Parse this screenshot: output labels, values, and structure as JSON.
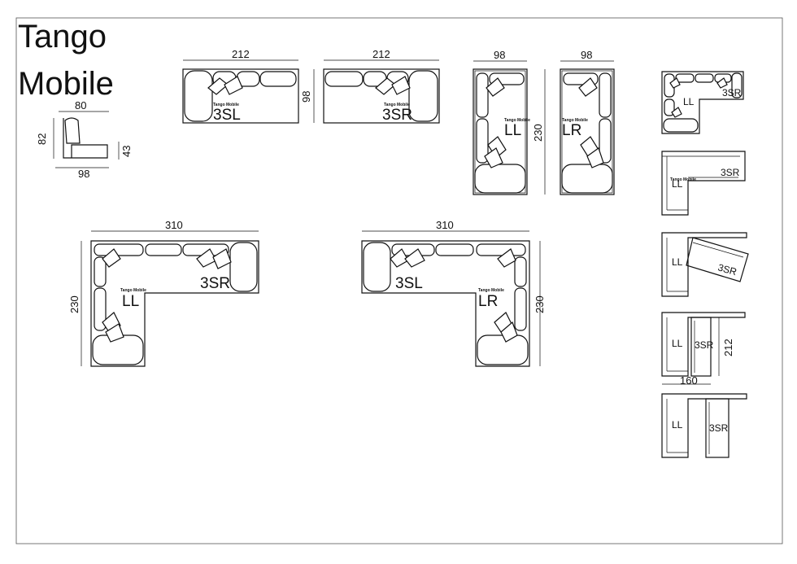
{
  "title": {
    "line1": "Tango",
    "line2": "Mobile"
  },
  "brand_tag": "Tango Mobile",
  "side_view": {
    "top": "80",
    "left": "82",
    "right": "43",
    "bottom": "98"
  },
  "modules": {
    "m3sl": {
      "width": "212",
      "label": "3SL"
    },
    "m3sr": {
      "width": "212",
      "label": "3SR",
      "depth": "98"
    },
    "ll": {
      "width": "98",
      "label": "LL",
      "depth": "230"
    },
    "lr": {
      "width": "98",
      "label": "LR"
    }
  },
  "combos": {
    "left": {
      "width": "310",
      "depth": "230",
      "corner": "LL",
      "seat": "3SR"
    },
    "right": {
      "width": "310",
      "depth": "230",
      "corner": "LR",
      "seat": "3SL"
    }
  },
  "mobile_views": {
    "v1": {
      "corner": "LL",
      "seat": "3SR"
    },
    "v2": {
      "corner": "LL",
      "seat": "3SR"
    },
    "v3": {
      "corner": "LL",
      "seat": "3SR"
    },
    "v4": {
      "corner": "LL",
      "seat": "3SR",
      "height": "212",
      "width": "160"
    },
    "v5": {
      "corner": "LL",
      "seat": "3SR"
    }
  }
}
